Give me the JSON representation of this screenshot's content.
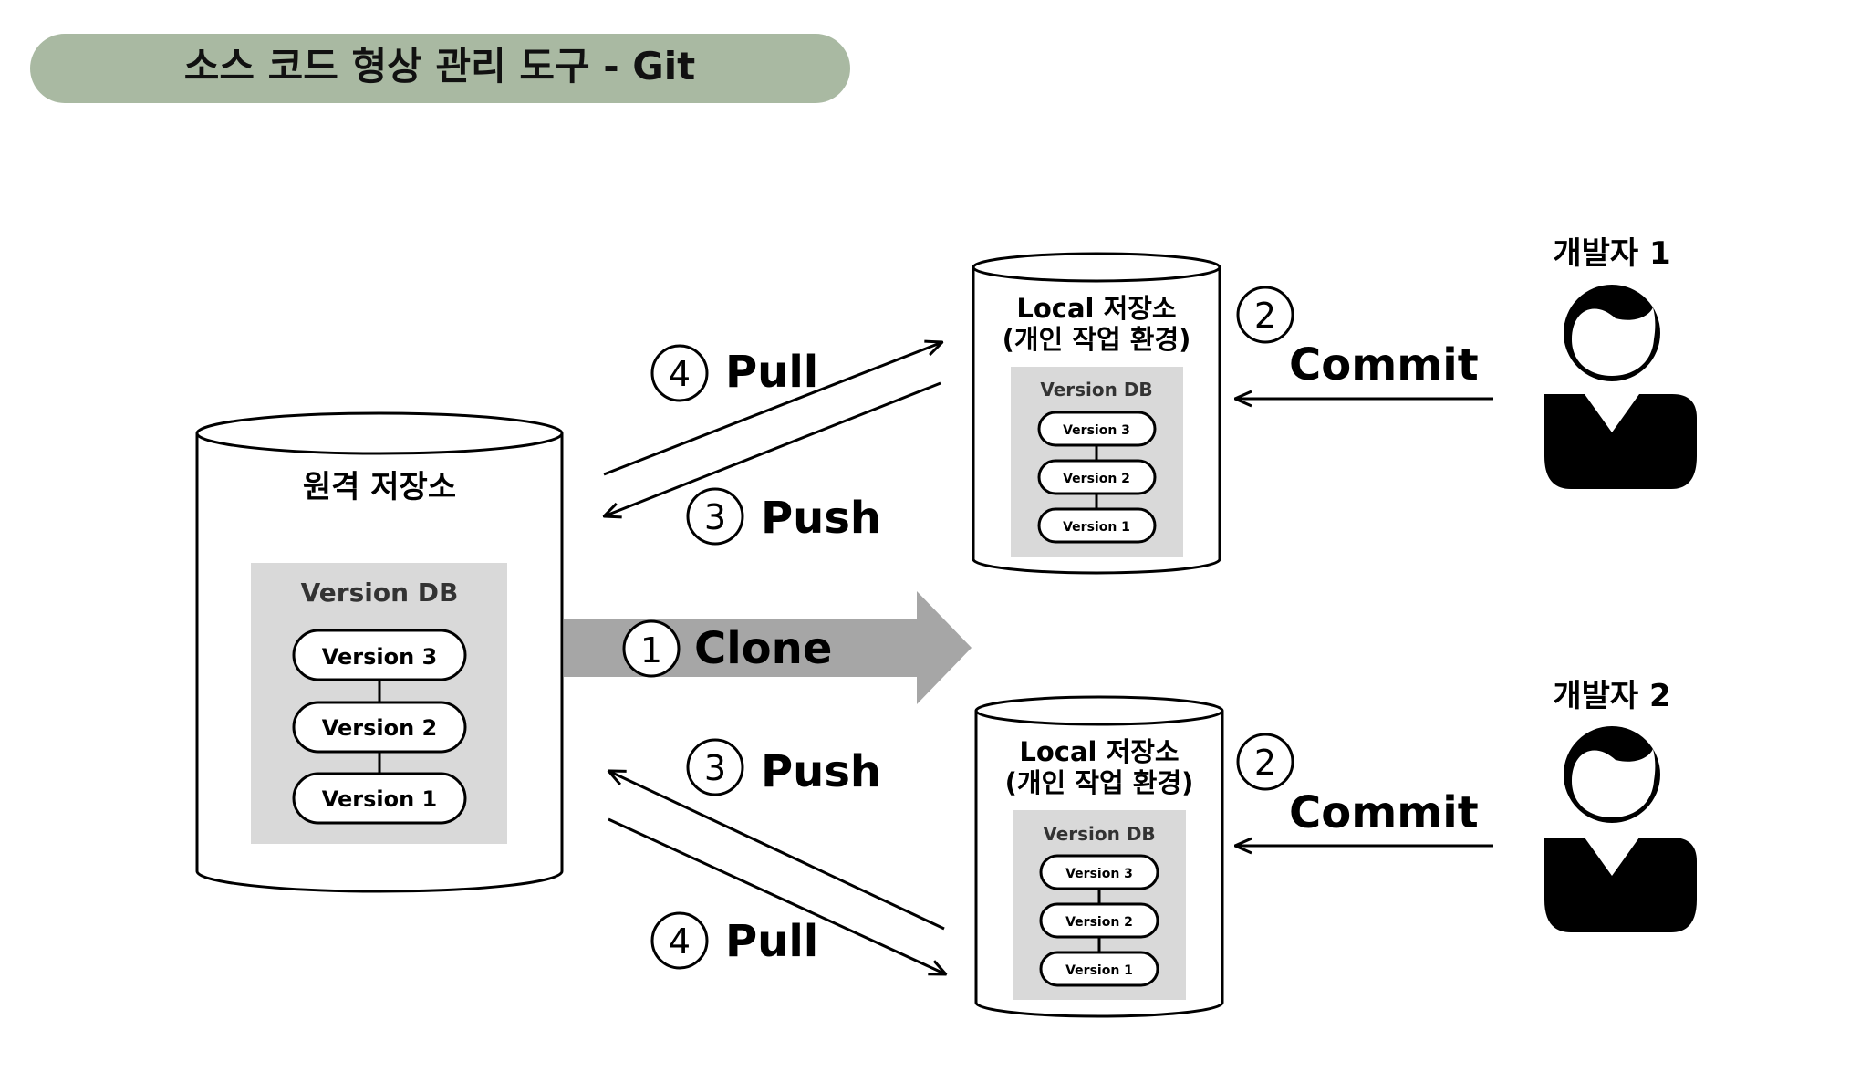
{
  "title": "소스 코드 형상 관리 도구 - Git",
  "colors": {
    "title_bg": "#a9b9a2",
    "db_bg": "#d9d9d9",
    "clone_arrow": "#a6a6a6",
    "ink": "#000000"
  },
  "remote": {
    "label": "원격 저장소",
    "db_label": "Version DB",
    "versions": [
      "Version 3",
      "Version 2",
      "Version 1"
    ]
  },
  "local_top": {
    "label_line1": "Local 저장소",
    "label_line2": "(개인 작업 환경)",
    "db_label": "Version DB",
    "versions": [
      "Version 3",
      "Version 2",
      "Version 1"
    ]
  },
  "local_bottom": {
    "label_line1": "Local 저장소",
    "label_line2": "(개인 작업 환경)",
    "db_label": "Version DB",
    "versions": [
      "Version 3",
      "Version 2",
      "Version 1"
    ]
  },
  "developers": [
    {
      "label": "개발자 1",
      "icon": "person-icon"
    },
    {
      "label": "개발자 2",
      "icon": "person-icon"
    }
  ],
  "steps": {
    "clone": {
      "num": "1",
      "label": "Clone"
    },
    "commit_top": {
      "num": "2",
      "label": "Commit"
    },
    "commit_bottom": {
      "num": "2",
      "label": "Commit"
    },
    "push_top": {
      "num": "3",
      "label": "Push"
    },
    "push_bottom": {
      "num": "3",
      "label": "Push"
    },
    "pull_top": {
      "num": "4",
      "label": "Pull"
    },
    "pull_bottom": {
      "num": "4",
      "label": "Pull"
    }
  }
}
